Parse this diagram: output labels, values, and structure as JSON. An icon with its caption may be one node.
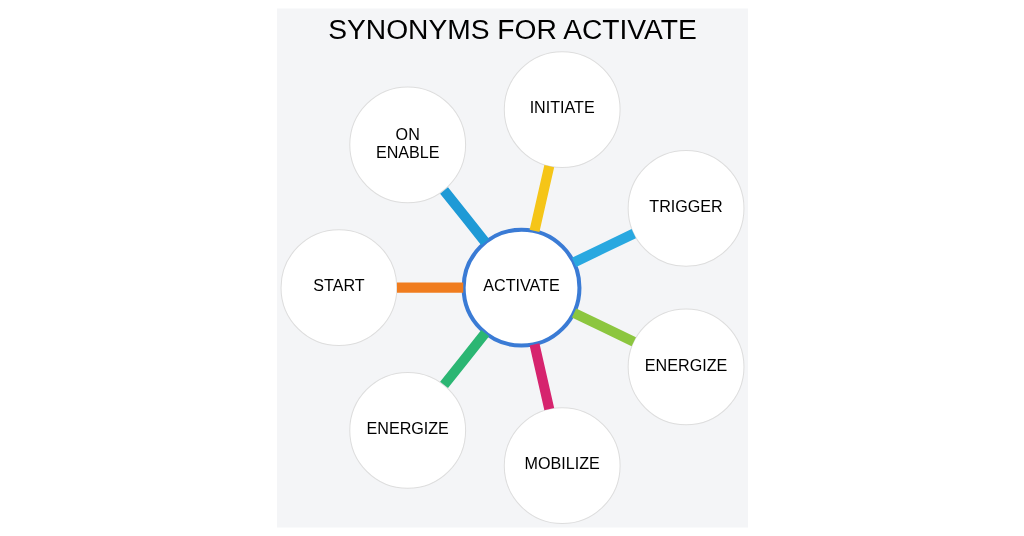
{
  "diagram": {
    "title": "SYNONYMS FOR ACTIVATE",
    "nodes": [
      {
        "text": [
          "ACTIVATE"
        ]
      },
      {
        "text": [
          "TRIGGER"
        ]
      },
      {
        "text": [
          "INITIATE"
        ]
      },
      {
        "text": [
          "ON",
          "ENABLE"
        ]
      },
      {
        "text": [
          "START"
        ]
      },
      {
        "text": [
          "ENERGIZE"
        ]
      },
      {
        "text": [
          "MOBILIZE"
        ]
      },
      {
        "text": [
          "ENERGIZE"
        ]
      }
    ],
    "edges": [
      {
        "from": 0,
        "to": 1,
        "arrow": "none",
        "color": "#29a8e0"
      },
      {
        "from": 0,
        "to": 2,
        "arrow": "none",
        "color": "#f5c518"
      },
      {
        "from": 0,
        "to": 3,
        "arrow": "none",
        "color": "#1e9ad6"
      },
      {
        "from": 0,
        "to": 4,
        "arrow": "none",
        "color": "#f07c1e"
      },
      {
        "from": 0,
        "to": 5,
        "arrow": "none",
        "color": "#2bb673"
      },
      {
        "from": 0,
        "to": 6,
        "arrow": "none",
        "color": "#d6246e"
      },
      {
        "from": 0,
        "to": 7,
        "arrow": "none",
        "color": "#8cc63f"
      }
    ]
  }
}
